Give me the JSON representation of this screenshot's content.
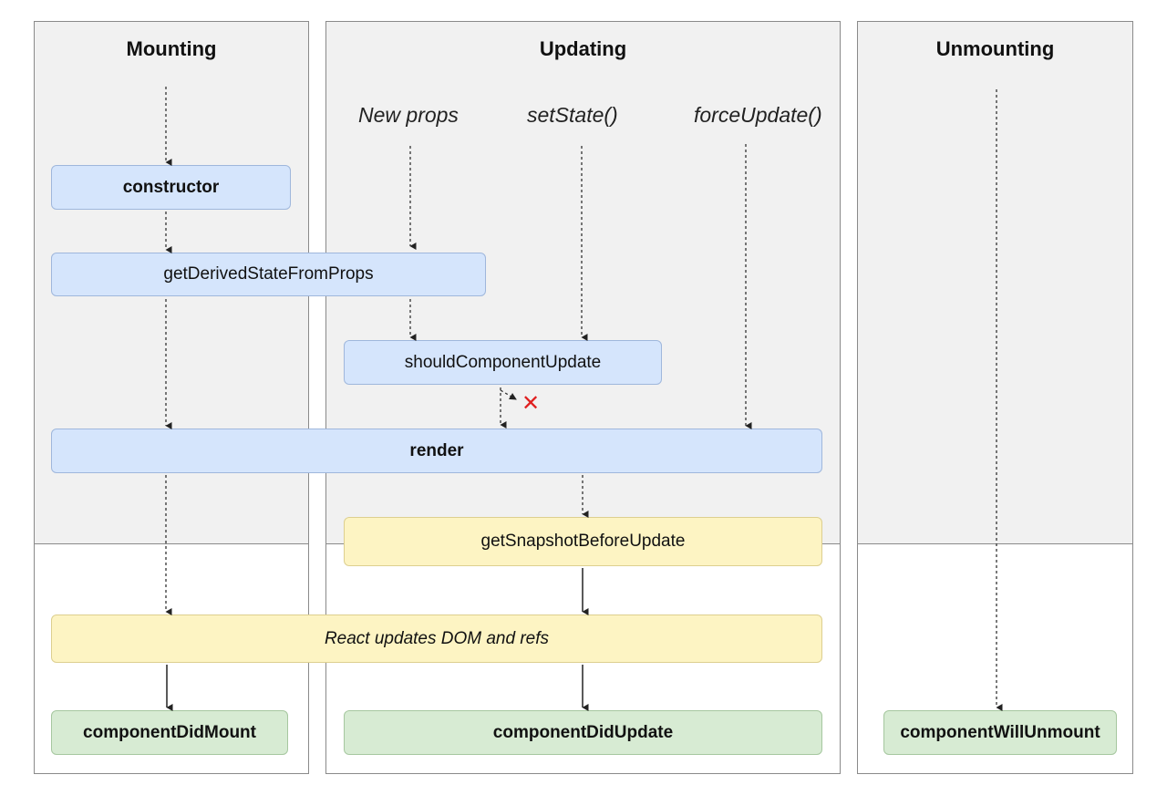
{
  "phases": {
    "mounting": "Mounting",
    "updating": "Updating",
    "unmounting": "Unmounting"
  },
  "triggers": {
    "new_props": "New props",
    "set_state": "setState()",
    "force_update": "forceUpdate()"
  },
  "methods": {
    "constructor": "constructor",
    "get_derived_state_from_props": "getDerivedStateFromProps",
    "should_component_update": "shouldComponentUpdate",
    "render": "render",
    "get_snapshot_before_update": "getSnapshotBeforeUpdate",
    "react_updates_dom": "React updates DOM and refs",
    "component_did_mount": "componentDidMount",
    "component_did_update": "componentDidUpdate",
    "component_will_unmount": "componentWillUnmount"
  },
  "colors": {
    "render_phase": "#d5e5fc",
    "pre_commit_phase": "#fdf4c3",
    "commit_phase": "#d7ebd3",
    "stop_mark": "#e02020"
  }
}
